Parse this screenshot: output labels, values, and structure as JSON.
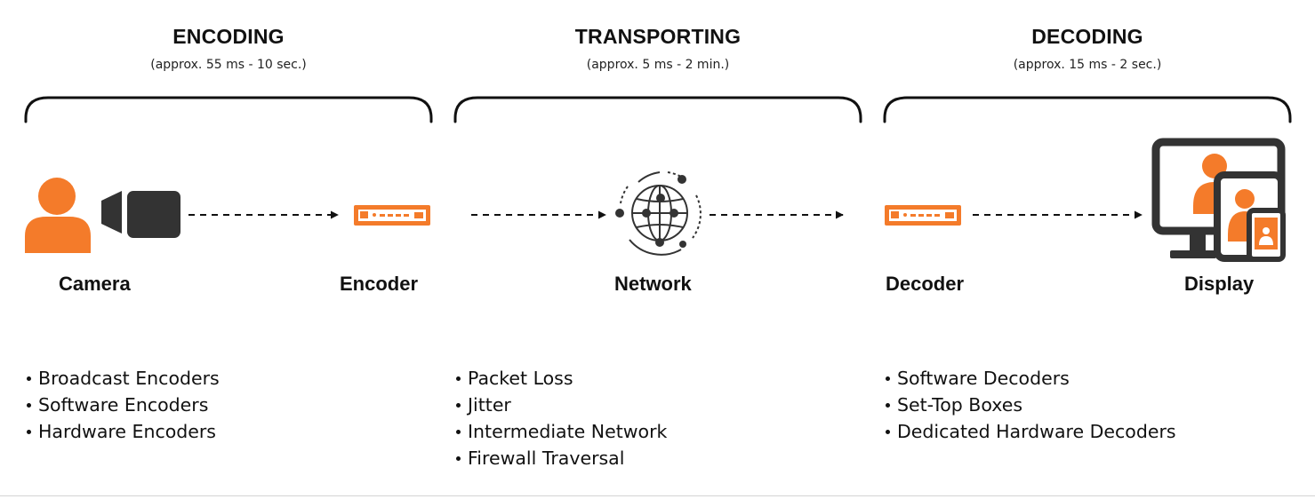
{
  "colors": {
    "accent": "#F47B2A",
    "dark": "#333333",
    "text": "#111111"
  },
  "stages": [
    {
      "title": "ENCODING",
      "duration": "(approx. 55 ms - 10 sec.)",
      "factors": [
        "Broadcast Encoders",
        "Software Encoders",
        "Hardware Encoders"
      ]
    },
    {
      "title": "TRANSPORTING",
      "duration": "(approx. 5 ms - 2 min.)",
      "factors": [
        "Packet Loss",
        "Jitter",
        "Intermediate Network",
        "Firewall Traversal"
      ]
    },
    {
      "title": "DECODING",
      "duration": "(approx. 15 ms - 2 sec.)",
      "factors": [
        "Software Decoders",
        "Set-Top Boxes",
        "Dedicated Hardware Decoders"
      ]
    }
  ],
  "components": {
    "camera": "Camera",
    "encoder": "Encoder",
    "network": "Network",
    "decoder": "Decoder",
    "display": "Display"
  },
  "icons": [
    "user-icon",
    "video-camera-icon",
    "encoder-device-icon",
    "globe-network-icon",
    "decoder-device-icon",
    "multi-screen-display-icon"
  ]
}
